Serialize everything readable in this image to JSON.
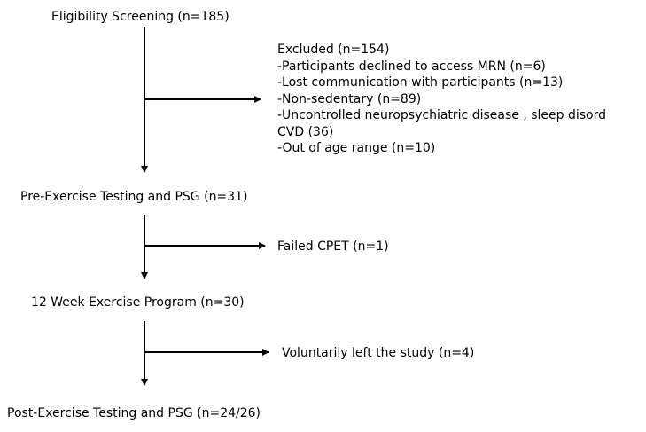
{
  "stages": {
    "eligibility": "Eligibility Screening (n=185)",
    "pre_exercise": "Pre-Exercise Testing and PSG (n=31)",
    "program": "12 Week Exercise Program (n=30)",
    "post_exercise": "Post-Exercise Testing and PSG (n=24/26)"
  },
  "exclusions": {
    "excluded": {
      "title": "Excluded (n=154)",
      "items": [
        "-Participants declined to access MRN (n=6)",
        "-Lost communication with participants (n=13)",
        "-Non-sedentary (n=89)",
        "-Uncontrolled neuropsychiatric disease , sleep disord",
        "CVD (36)",
        "-Out of age range (n=10)"
      ]
    },
    "failed_cpet": "Failed CPET (n=1)",
    "left_study": "Voluntarily left the study  (n=4)"
  },
  "colors": {
    "text": "#000000",
    "arrow": "#000000",
    "background": "#ffffff"
  }
}
